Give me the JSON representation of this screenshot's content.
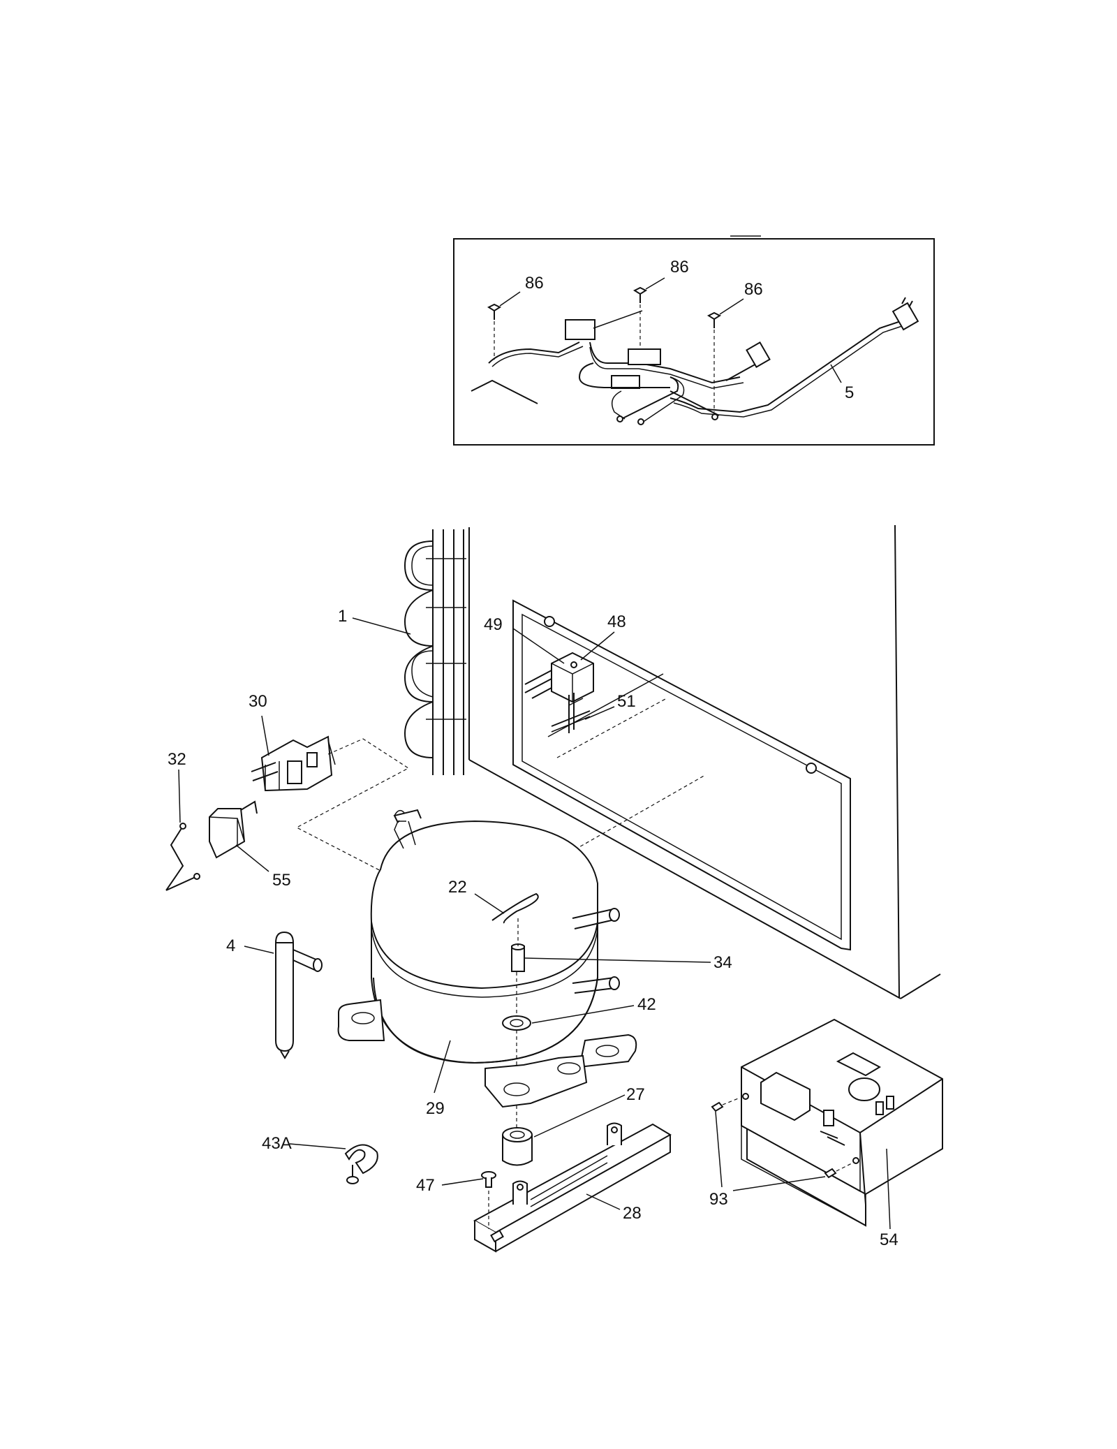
{
  "callouts": {
    "c86a": "86",
    "c86b": "86",
    "c86c": "86",
    "c5": "5",
    "c1": "1",
    "c49": "49",
    "c48": "48",
    "c51": "51",
    "c30": "30",
    "c32": "32",
    "c55": "55",
    "c22": "22",
    "c4": "4",
    "c34": "34",
    "c42": "42",
    "c29": "29",
    "c27": "27",
    "c43A": "43A",
    "c47": "47",
    "c28": "28",
    "c93": "93",
    "c54": "54"
  }
}
